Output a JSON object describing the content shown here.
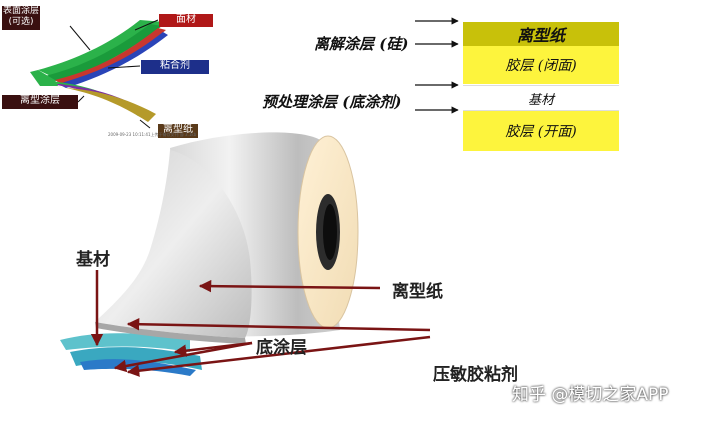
{
  "top_left_diagram": {
    "surface_coating": "表面涂层\n(可选)",
    "face_material": "面材",
    "adhesive": "粘合剂",
    "release_coating": "离型涂层",
    "release_paper": "离型纸",
    "tiny_caption": "2009-09-23 10:11:41上传于餐饮文刊 @ 3.1kb"
  },
  "layer_labels": {
    "release_coating_silicone": "离解涂层 (硅)",
    "primer_coating": "预处理涂层 (底涂剂)"
  },
  "layer_stack": [
    {
      "text": "离型纸",
      "color": "#c8c10a"
    },
    {
      "text": "胶层 (闭面)",
      "color": "#fdf43d"
    },
    {
      "text": "基材",
      "color": "#ffffff"
    },
    {
      "text": "胶层 (开面)",
      "color": "#fdf43d"
    }
  ],
  "roll_labels": {
    "substrate": "基材",
    "release_paper": "离型纸",
    "primer": "底涂层",
    "psa": "压敏胶粘剂"
  },
  "watermark": "知乎 @模切之家APP",
  "colors": {
    "arrow_red": "#7a1414",
    "label_box_red": "#b01818",
    "label_box_blue": "#1d2f8a",
    "label_box_dark": "#3a1010"
  }
}
